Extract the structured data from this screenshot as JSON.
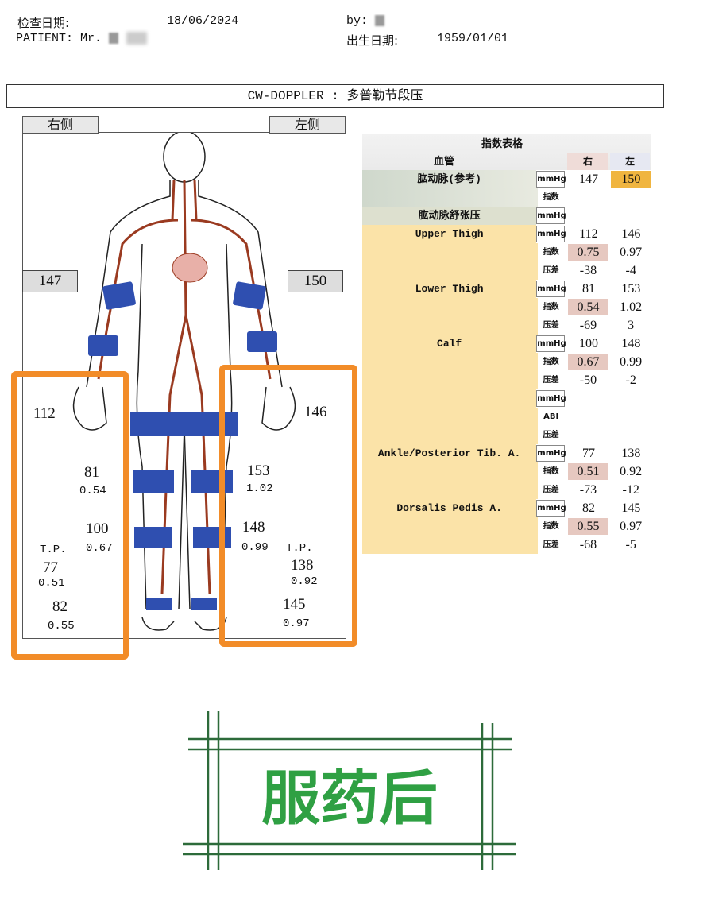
{
  "header": {
    "exam_date_label": "检查日期:",
    "exam_date": [
      "18",
      "06",
      "2024"
    ],
    "by_label": "by:",
    "patient_label": "PATIENT: Mr.",
    "dob_label": "出生日期:",
    "dob": "1959/01/01"
  },
  "title": "CW-DOPPLER : 多普勒节段压",
  "diagram": {
    "right_label": "右侧",
    "left_label": "左侧",
    "right_brachial": "147",
    "left_brachial": "150",
    "right": {
      "upper_thigh": "112",
      "lower_thigh": "81",
      "lower_thigh_idx": "0.54",
      "calf": "100",
      "calf_idx": "0.67",
      "tp_label": "T.P.",
      "tp": "77",
      "tp_idx": "0.51",
      "dp": "82",
      "dp_idx": "0.55"
    },
    "left": {
      "upper_thigh": "146",
      "lower_thigh": "153",
      "lower_thigh_idx": "1.02",
      "calf": "148",
      "calf_idx": "0.99",
      "tp_label": "T.P.",
      "tp": "138",
      "tp_idx": "0.92",
      "dp": "145",
      "dp_idx": "0.97"
    }
  },
  "table": {
    "title": "指数表格",
    "vessel_header": "血管",
    "right_header": "右",
    "left_header": "左",
    "rows": [
      {
        "label": "肱动脉(参考)",
        "unit": "mmHg",
        "r": "147",
        "l": "150",
        "box": true,
        "lhl": true
      },
      {
        "label": "",
        "unit": "指数",
        "r": "",
        "l": ""
      },
      {
        "label": "肱动脉舒张压",
        "unit": "mmHg",
        "r": "",
        "l": "",
        "box": true
      },
      {
        "label": "Upper Thigh",
        "unit": "mmHg",
        "r": "112",
        "l": "146",
        "box": true
      },
      {
        "label": "",
        "unit": "指数",
        "r": "0.75",
        "l": "0.97",
        "rhl": true
      },
      {
        "label": "",
        "unit": "压差",
        "r": "-38",
        "l": "-4"
      },
      {
        "label": "Lower Thigh",
        "unit": "mmHg",
        "r": "81",
        "l": "153",
        "box": true
      },
      {
        "label": "",
        "unit": "指数",
        "r": "0.54",
        "l": "1.02",
        "rhl": true
      },
      {
        "label": "",
        "unit": "压差",
        "r": "-69",
        "l": "3"
      },
      {
        "label": "Calf",
        "unit": "mmHg",
        "r": "100",
        "l": "148",
        "box": true
      },
      {
        "label": "",
        "unit": "指数",
        "r": "0.67",
        "l": "0.99",
        "rhl": true
      },
      {
        "label": "",
        "unit": "压差",
        "r": "-50",
        "l": "-2"
      },
      {
        "label": "",
        "unit": "mmHg",
        "r": "",
        "l": "",
        "box": true
      },
      {
        "label": "",
        "unit": "ABI",
        "r": "",
        "l": ""
      },
      {
        "label": "",
        "unit": "压差",
        "r": "",
        "l": ""
      },
      {
        "label": "Ankle/Posterior Tib. A.",
        "unit": "mmHg",
        "r": "77",
        "l": "138",
        "box": true
      },
      {
        "label": "",
        "unit": "指数",
        "r": "0.51",
        "l": "0.92",
        "rhl": true
      },
      {
        "label": "",
        "unit": "压差",
        "r": "-73",
        "l": "-12"
      },
      {
        "label": "Dorsalis Pedis A.",
        "unit": "mmHg",
        "r": "82",
        "l": "145",
        "box": true
      },
      {
        "label": "",
        "unit": "指数",
        "r": "0.55",
        "l": "0.97",
        "rhl": true
      },
      {
        "label": "",
        "unit": "压差",
        "r": "-68",
        "l": "-5"
      }
    ]
  },
  "stamp": "服药后",
  "colors": {
    "orange": "#f28c28",
    "cuff": "#2f4fb0",
    "artery": "#9a3a20",
    "green": "#2fa043",
    "table_bg": "#fbe3a8"
  }
}
